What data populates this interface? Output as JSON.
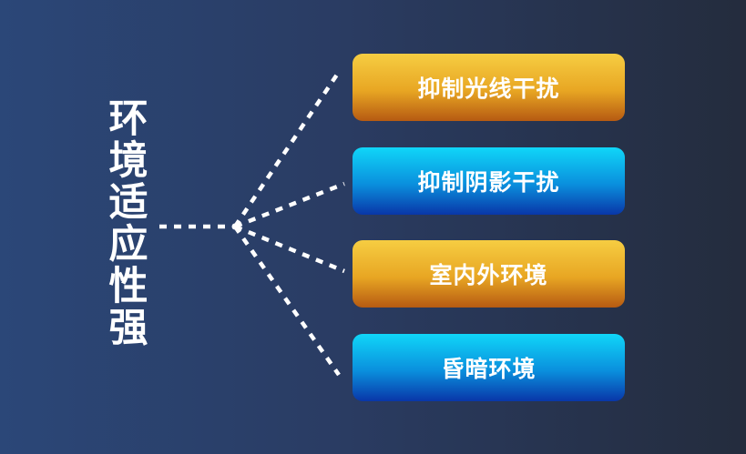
{
  "title": "环境适应性强",
  "items": [
    {
      "label": "抑制光线干扰",
      "color": "#e8a623"
    },
    {
      "label": "抑制阴影干扰",
      "color": "#0a8fdd"
    },
    {
      "label": "室内外环境",
      "color": "#e8a623"
    },
    {
      "label": "昏暗环境",
      "color": "#0a8fdd"
    }
  ]
}
